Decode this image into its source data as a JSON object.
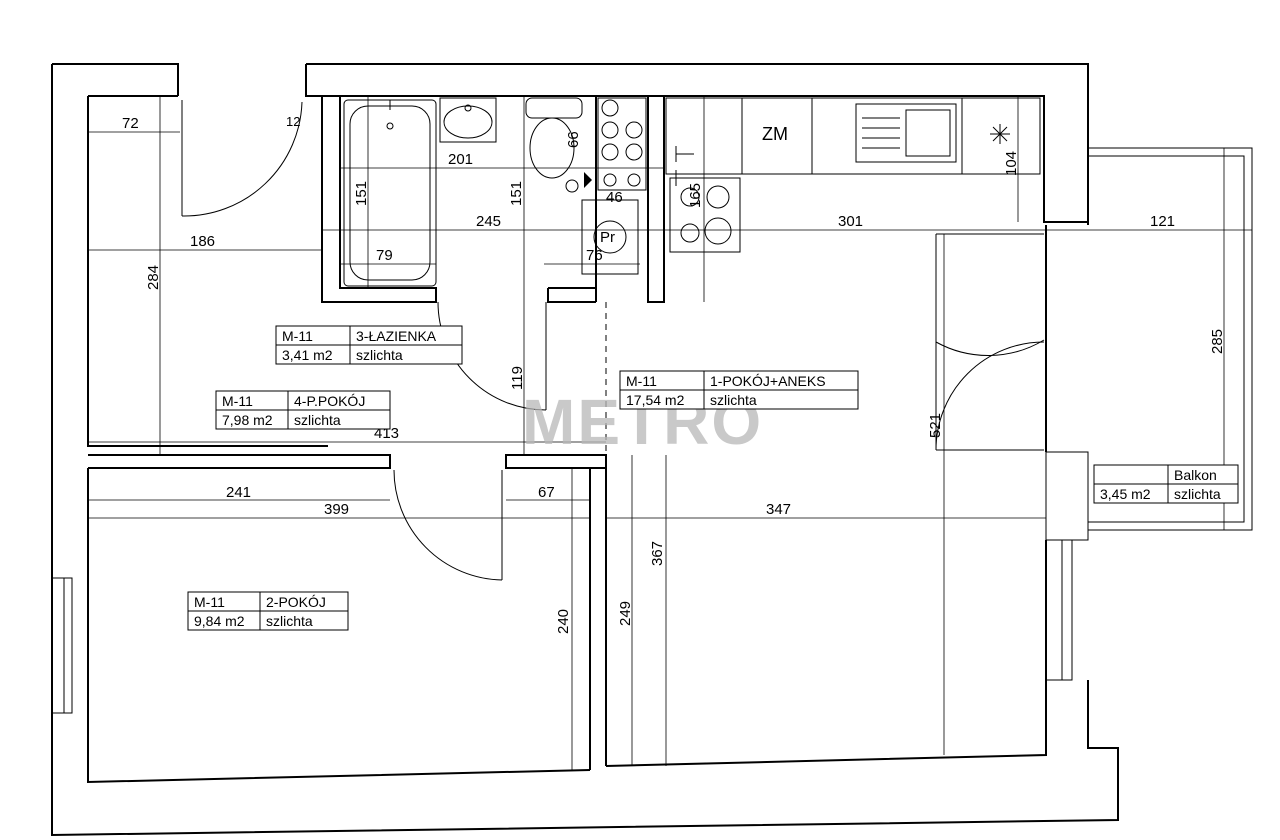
{
  "watermark": "METRO",
  "rooms": [
    {
      "code": "M-11",
      "name": "3-ŁAZIENKA",
      "area": "3,41 m2",
      "finish": "szlichta"
    },
    {
      "code": "M-11",
      "name": "4-P.POKÓJ",
      "area": "7,98 m2",
      "finish": "szlichta"
    },
    {
      "code": "M-11",
      "name": "1-POKÓJ+ANEKS",
      "area": "17,54 m2",
      "finish": "szlichta"
    },
    {
      "code": "M-11",
      "name": "2-POKÓJ",
      "area": "9,84 m2",
      "finish": "szlichta"
    }
  ],
  "balcony": {
    "name": "Balkon",
    "area": "3,45 m2",
    "finish": "szlichta"
  },
  "fixtures": {
    "zm": "ZM",
    "pr": "Pr"
  },
  "dimensions": {
    "d72": "72",
    "d12": "12",
    "d201": "201",
    "d66": "66",
    "d151a": "151",
    "d151b": "151",
    "d46": "46",
    "d165": "165",
    "d104": "104",
    "d186": "186",
    "d245": "245",
    "d301": "301",
    "d121": "121",
    "d79": "79",
    "d76": "76",
    "d284": "284",
    "d285": "285",
    "d119": "119",
    "d413": "413",
    "d521": "521",
    "d241": "241",
    "d67": "67",
    "d399": "399",
    "d347": "347",
    "d367": "367",
    "d249": "249",
    "d240": "240"
  }
}
